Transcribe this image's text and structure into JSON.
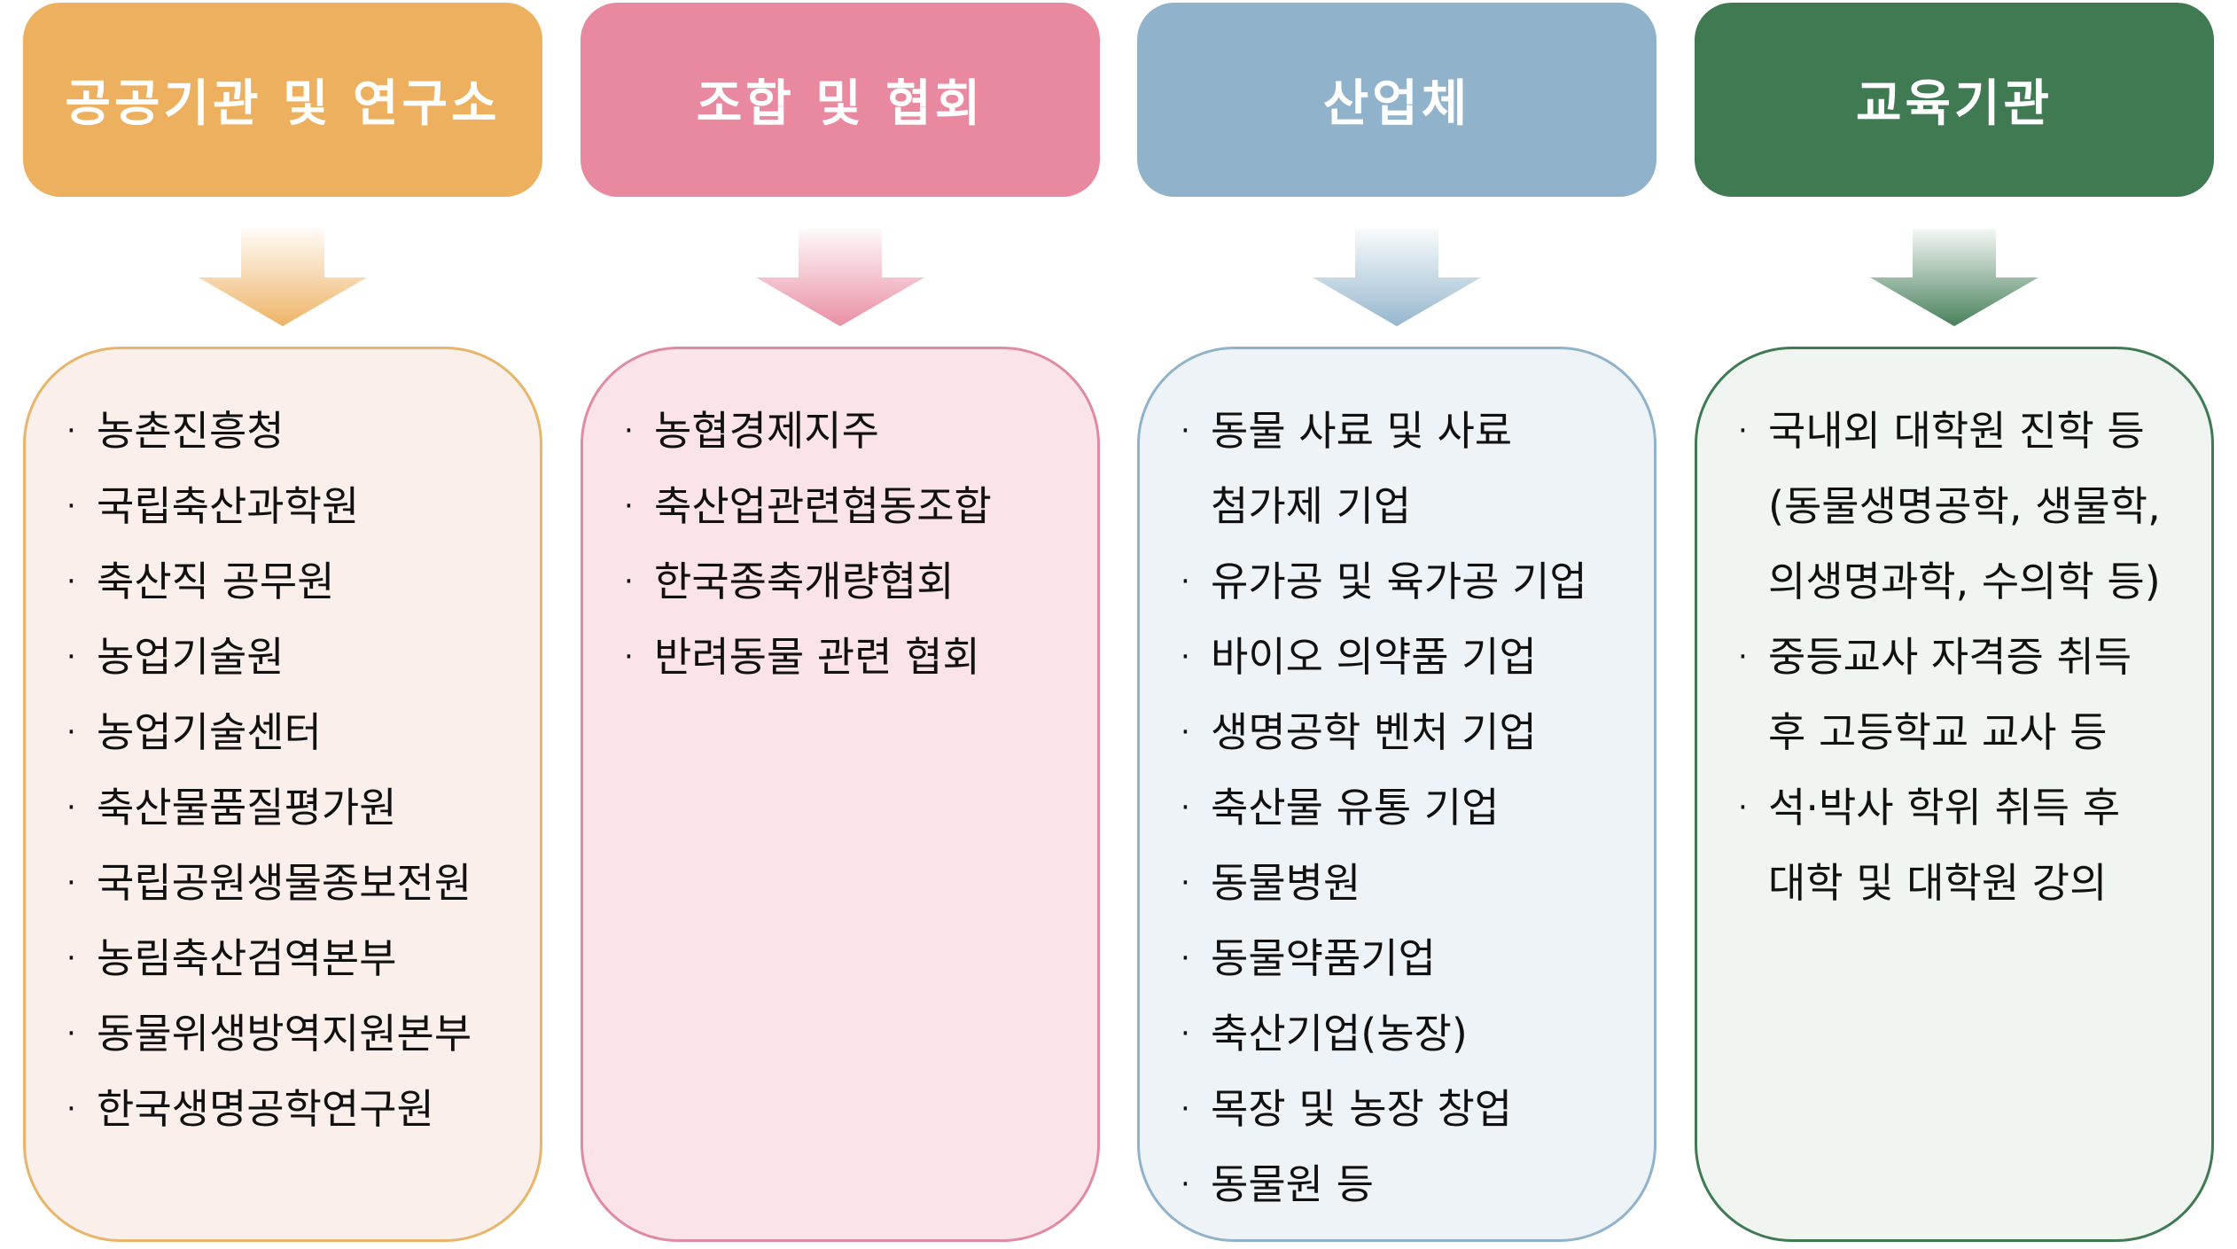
{
  "columns": [
    {
      "title": "공공기관 및 연구소",
      "color": "#EDB05F",
      "lines": [
        {
          "bullet": "·",
          "text": "농촌진흥청"
        },
        {
          "bullet": "·",
          "text": "국립축산과학원"
        },
        {
          "bullet": "·",
          "text": "축산직 공무원"
        },
        {
          "bullet": "·",
          "text": "농업기술원"
        },
        {
          "bullet": "·",
          "text": "농업기술센터"
        },
        {
          "bullet": "·",
          "text": "축산물품질평가원"
        },
        {
          "bullet": "·",
          "text": "국립공원생물종보전원"
        },
        {
          "bullet": "·",
          "text": "농림축산검역본부"
        },
        {
          "bullet": "·",
          "text": "동물위생방역지원본부"
        },
        {
          "bullet": "·",
          "text": "한국생명공학연구원"
        }
      ]
    },
    {
      "title": "조합 및 협회",
      "color": "#E8899F",
      "lines": [
        {
          "bullet": "·",
          "text": "농협경제지주"
        },
        {
          "bullet": "·",
          "text": "축산업관련협동조합"
        },
        {
          "bullet": "·",
          "text": "한국종축개량협회"
        },
        {
          "bullet": "·",
          "text": "반려동물 관련 협회"
        }
      ]
    },
    {
      "title": "산업체",
      "color": "#90B3CB",
      "lines": [
        {
          "bullet": "·",
          "text": "동물 사료 및 사료"
        },
        {
          "bullet": "",
          "text": "첨가제 기업"
        },
        {
          "bullet": "·",
          "text": "유가공 및 육가공 기업"
        },
        {
          "bullet": "·",
          "text": "바이오 의약품 기업"
        },
        {
          "bullet": "·",
          "text": "생명공학 벤처 기업"
        },
        {
          "bullet": "·",
          "text": "축산물 유통 기업"
        },
        {
          "bullet": "·",
          "text": "동물병원"
        },
        {
          "bullet": "·",
          "text": "동물약품기업"
        },
        {
          "bullet": "·",
          "text": "축산기업(농장)"
        },
        {
          "bullet": "·",
          "text": "목장 및 농장 창업"
        },
        {
          "bullet": "·",
          "text": "동물원 등"
        }
      ]
    },
    {
      "title": "교육기관",
      "color": "#3F7A52",
      "lines": [
        {
          "bullet": "·",
          "text": "국내외 대학원 진학 등"
        },
        {
          "bullet": "",
          "text": "(동물생명공학, 생물학,"
        },
        {
          "bullet": "",
          "text": " 의생명과학, 수의학 등)"
        },
        {
          "bullet": "·",
          "text": "중등교사 자격증 취득"
        },
        {
          "bullet": "",
          "text": "후 고등학교 교사 등"
        },
        {
          "bullet": "·",
          "text": "석·박사 학위 취득 후"
        },
        {
          "bullet": "",
          "text": "대학 및 대학원 강의"
        }
      ]
    }
  ]
}
